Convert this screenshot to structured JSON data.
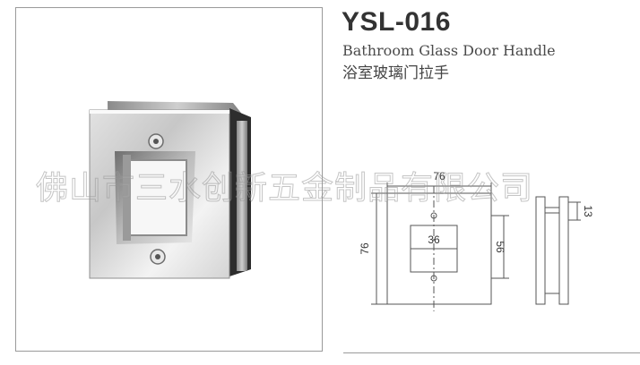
{
  "product": {
    "model_code": "YSL-016",
    "name_en": "Bathroom Glass Door Handle",
    "name_cn": "浴室玻璃门拉手"
  },
  "watermark": "佛山市三水创新五金制品有限公司",
  "drawing": {
    "width_mm": "76",
    "height_mm": "76",
    "opening_mm": "36",
    "hole_spacing_mm": "56",
    "thickness_mm": "13"
  },
  "colors": {
    "frame_border": "#9a9a9a",
    "steel_light": "#f2f2f2",
    "steel_dark": "#7c7c7c",
    "line": "#555555"
  }
}
